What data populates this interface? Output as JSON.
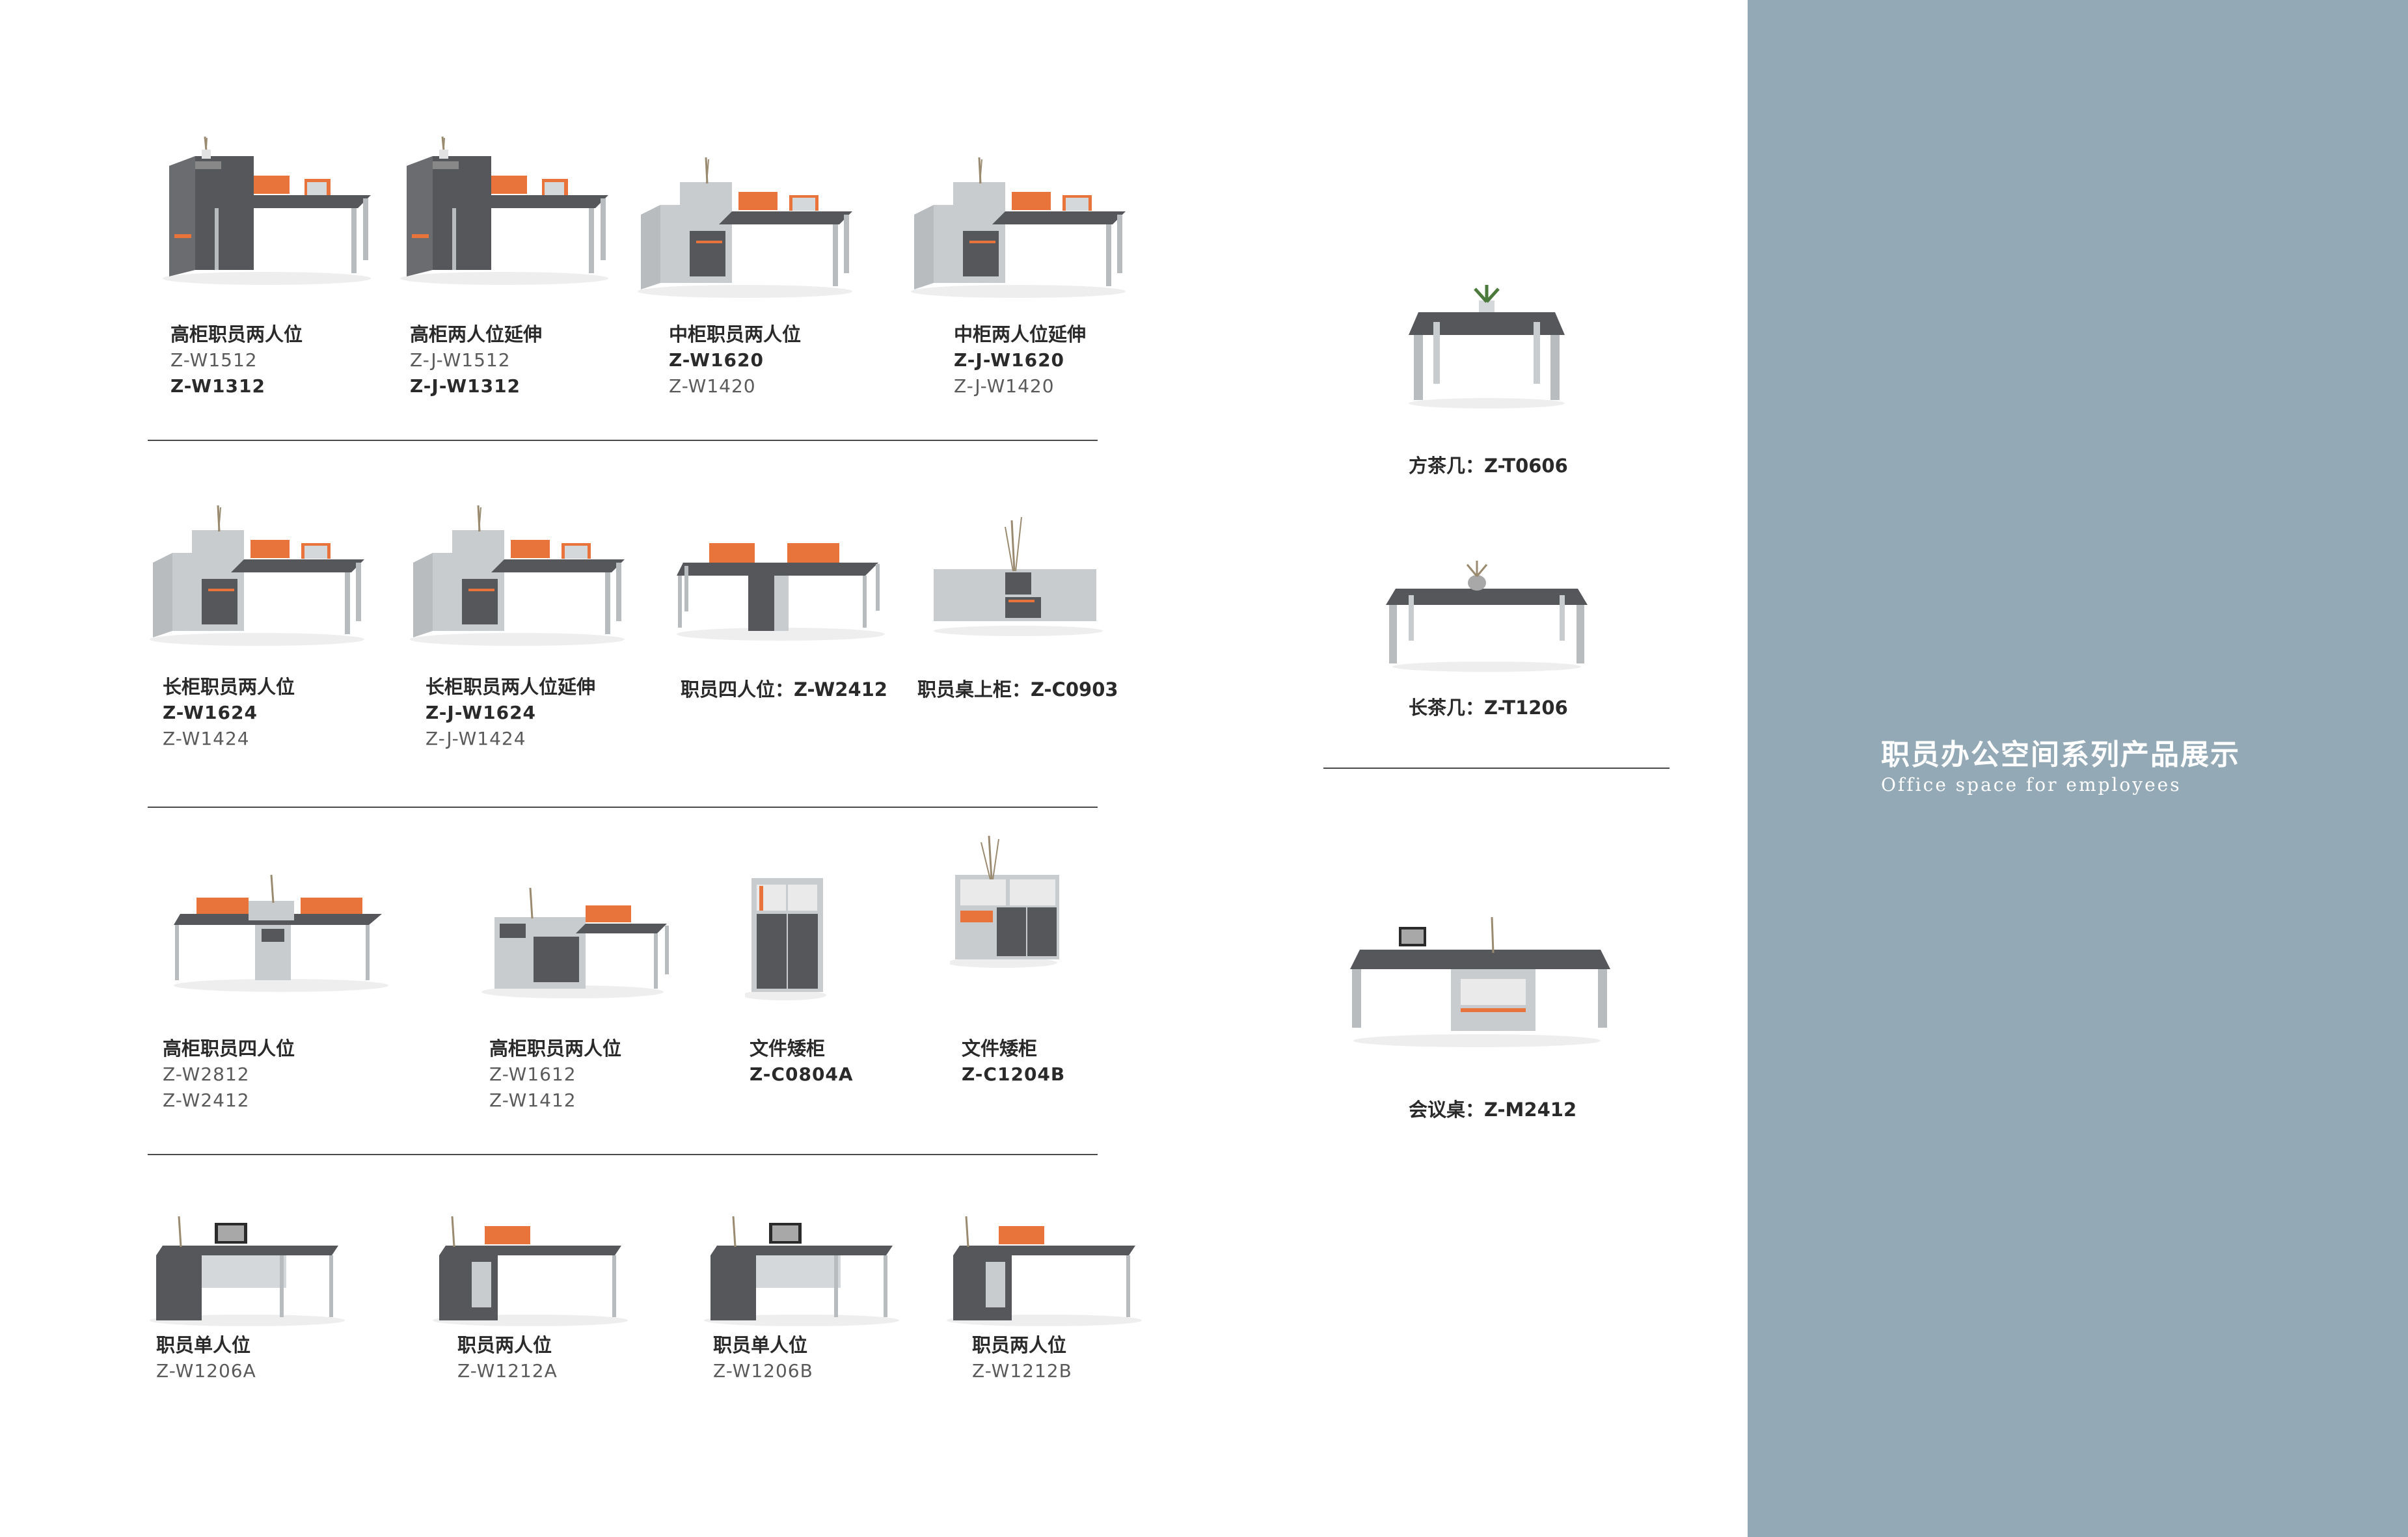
{
  "header": {
    "title_cn": "职员办公空间系列产品展示",
    "title_en": "Office space for employees"
  },
  "rows": [
    {
      "items": [
        {
          "name": "高柜职员两人位",
          "codes": [
            "Z-W1512",
            "Z-W1312"
          ]
        },
        {
          "name": "高柜两人位延伸",
          "codes": [
            "Z-J-W1512",
            "Z-J-W1312"
          ]
        },
        {
          "name": "中柜职员两人位",
          "codes": [
            "Z-W1620",
            "Z-W1420"
          ]
        },
        {
          "name": "中柜两人位延伸",
          "codes": [
            "Z-J-W1620",
            "Z-J-W1420"
          ]
        }
      ]
    },
    {
      "items": [
        {
          "name": "长柜职员两人位",
          "codes": [
            "Z-W1624",
            "Z-W1424"
          ]
        },
        {
          "name": "长柜职员两人位延伸",
          "codes": [
            "Z-J-W1624",
            "Z-J-W1424"
          ]
        },
        {
          "label": "职员四人位：Z-W2412"
        },
        {
          "label": "职员桌上柜：Z-C0903"
        }
      ]
    },
    {
      "items": [
        {
          "name": "高柜职员四人位",
          "codes": [
            "Z-W2812",
            "Z-W2412"
          ]
        },
        {
          "name": "高柜职员两人位",
          "codes": [
            "Z-W1612",
            "Z-W1412"
          ]
        },
        {
          "name": "文件矮柜",
          "codes": [
            "Z-C0804A"
          ]
        },
        {
          "name": "文件矮柜",
          "codes": [
            "Z-C1204B"
          ]
        }
      ]
    },
    {
      "items": [
        {
          "name": "职员单人位",
          "codes": [
            "Z-W1206A"
          ]
        },
        {
          "name": "职员两人位",
          "codes": [
            "Z-W1212A"
          ]
        },
        {
          "name": "职员单人位",
          "codes": [
            "Z-W1206B"
          ]
        },
        {
          "name": "职员两人位",
          "codes": [
            "Z-W1212B"
          ]
        }
      ]
    }
  ],
  "side": {
    "items": [
      {
        "label": "方茶几：Z-T0606"
      },
      {
        "label": "长茶几：Z-T1206"
      },
      {
        "label": "会议桌：Z-M2412"
      }
    ]
  },
  "colors": {
    "panel": "#93a9b6",
    "desktop": "#55575b",
    "cabinet_light": "#c9ccce",
    "cabinet_dark": "#55575b",
    "screen_orange": "#e8743b",
    "leg": "#b8bcbf"
  }
}
